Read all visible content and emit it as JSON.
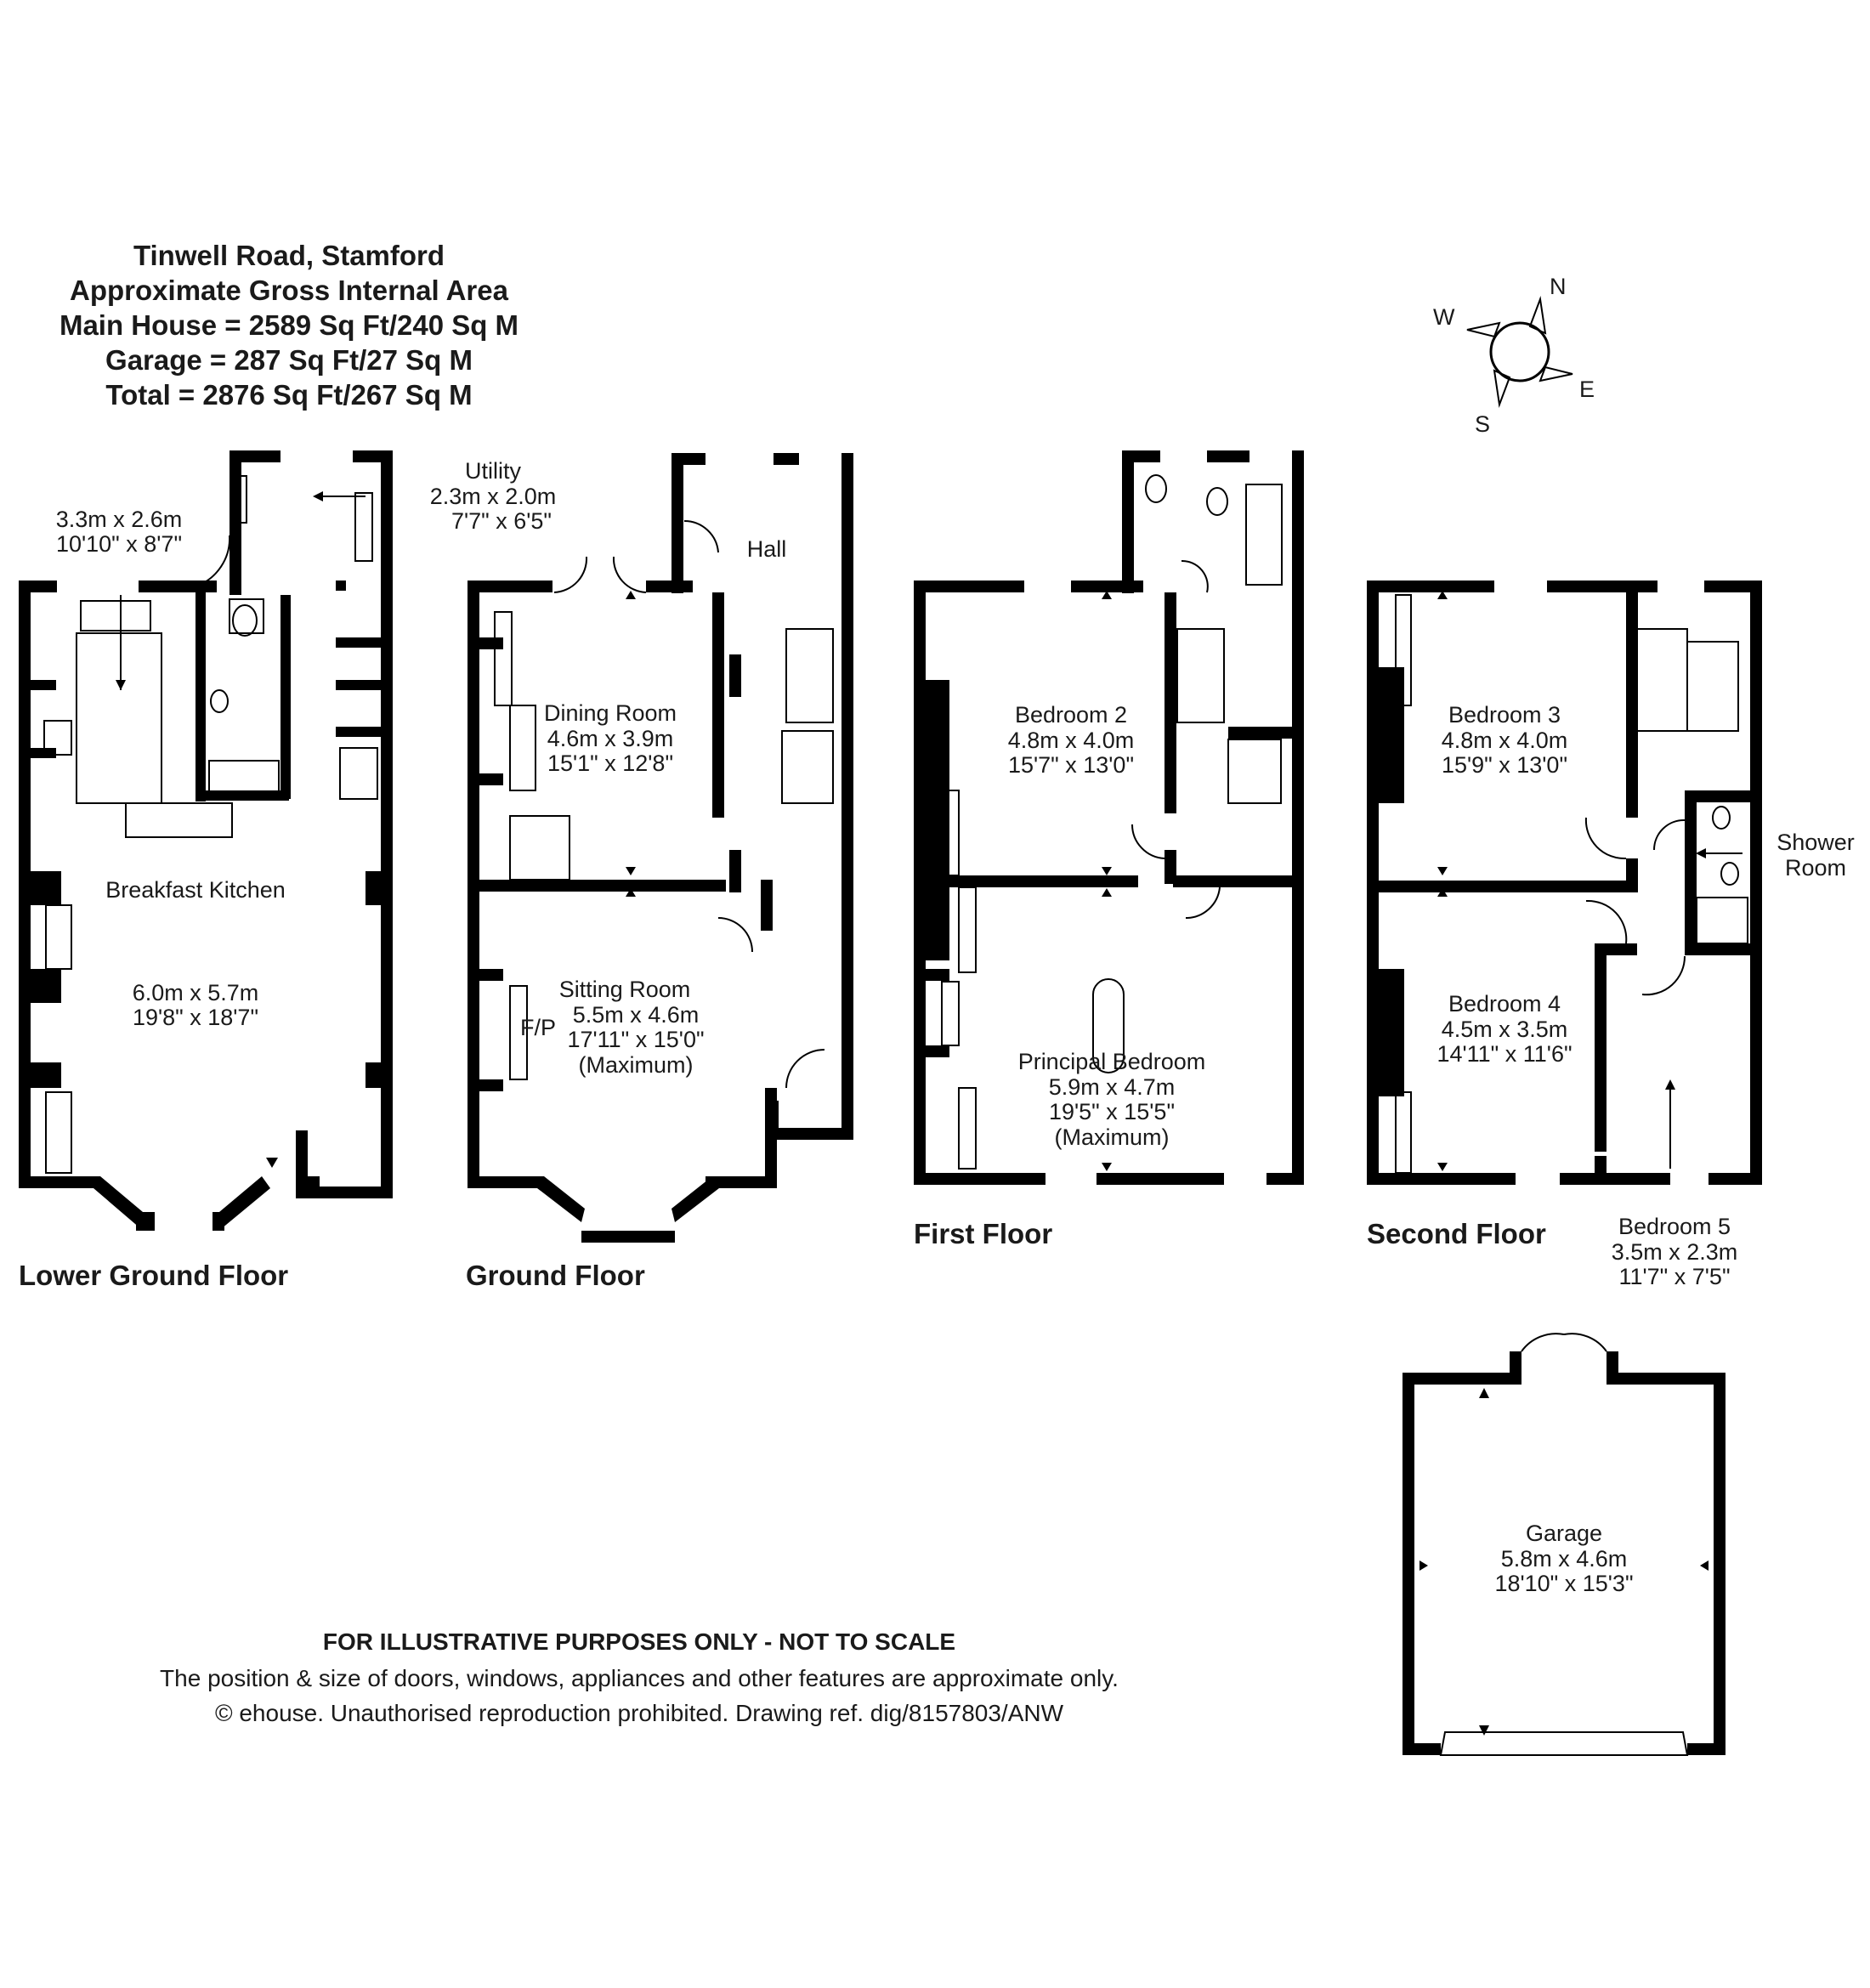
{
  "header": {
    "address": "Tinwell Road, Stamford",
    "subtitle": "Approximate Gross Internal Area",
    "main_house": "Main House = 2589 Sq Ft/240 Sq M",
    "garage": "Garage = 287 Sq Ft/27 Sq M",
    "total": "Total = 2876 Sq Ft/267 Sq M"
  },
  "compass": {
    "n": "N",
    "e": "E",
    "s": "S",
    "w": "W"
  },
  "floors": {
    "lower_ground": "Lower Ground Floor",
    "ground": "Ground Floor",
    "first": "First Floor",
    "second": "Second Floor"
  },
  "rooms": {
    "store": {
      "metric": "3.3m x 2.6m",
      "imperial": "10'10\" x 8'7\""
    },
    "utility": {
      "name": "Utility",
      "metric": "2.3m x 2.0m",
      "imperial": "7'7\" x 6'5\""
    },
    "breakfast_kitchen": {
      "name": "Breakfast Kitchen",
      "metric": "6.0m x 5.7m",
      "imperial": "19'8\" x 18'7\""
    },
    "hall": {
      "name": "Hall"
    },
    "dining_room": {
      "name": "Dining Room",
      "metric": "4.6m x 3.9m",
      "imperial": "15'1\" x 12'8\""
    },
    "sitting_room": {
      "name": "Sitting Room",
      "metric": "5.5m x 4.6m",
      "imperial": "17'11\" x 15'0\"",
      "note": "(Maximum)",
      "fireplace": "F/P"
    },
    "bedroom_2": {
      "name": "Bedroom 2",
      "metric": "4.8m x 4.0m",
      "imperial": "15'7\" x 13'0\""
    },
    "principal_bedroom": {
      "name": "Principal Bedroom",
      "metric": "5.9m x 4.7m",
      "imperial": "19'5\" x 15'5\"",
      "note": "(Maximum)"
    },
    "bedroom_3": {
      "name": "Bedroom 3",
      "metric": "4.8m x 4.0m",
      "imperial": "15'9\" x 13'0\""
    },
    "shower_room": {
      "name_line1": "Shower",
      "name_line2": "Room"
    },
    "bedroom_4": {
      "name": "Bedroom 4",
      "metric": "4.5m x 3.5m",
      "imperial": "14'11\" x 11'6\""
    },
    "bedroom_5": {
      "name": "Bedroom 5",
      "metric": "3.5m x 2.3m",
      "imperial": "11'7\" x 7'5\""
    },
    "garage": {
      "name": "Garage",
      "metric": "5.8m x 4.6m",
      "imperial": "18'10\" x 15'3\""
    }
  },
  "disclaimer": {
    "line1": "FOR ILLUSTRATIVE PURPOSES ONLY - NOT TO SCALE",
    "line2": "The position & size of doors, windows, appliances and other features are approximate only.",
    "line3": "© ehouse. Unauthorised reproduction prohibited. Drawing ref. dig/8157803/ANW"
  }
}
